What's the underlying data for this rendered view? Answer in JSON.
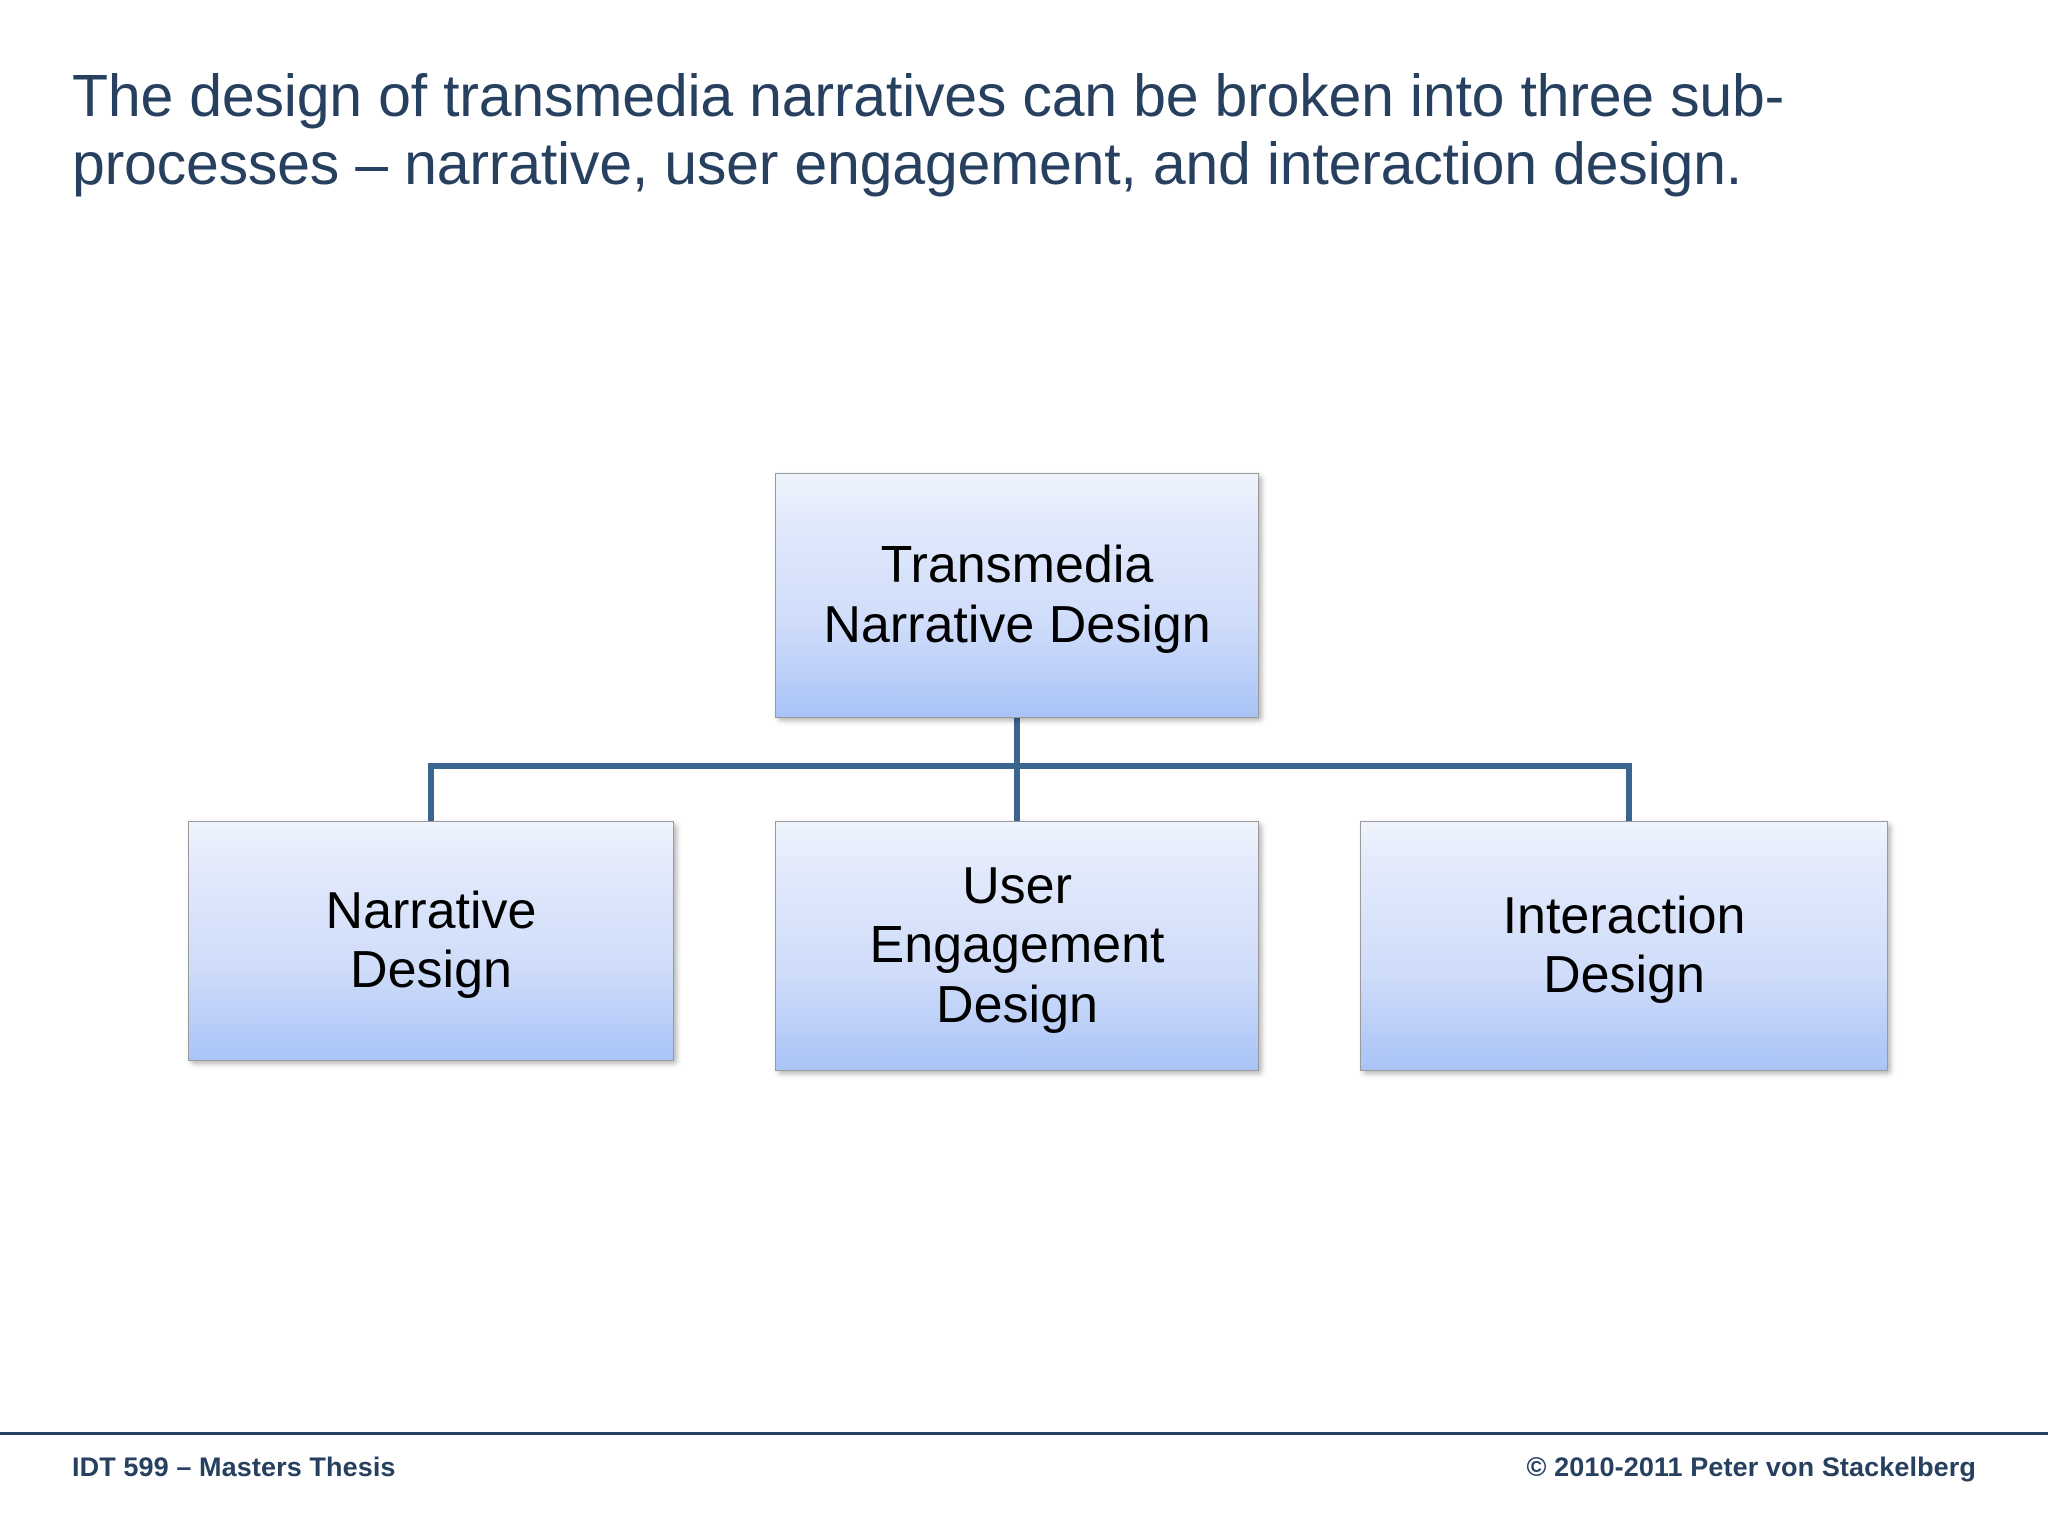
{
  "slide": {
    "background_color": "#ffffff",
    "title": "The design of transmedia narratives can be broken into three sub-processes – narrative, user engagement, and interaction design.",
    "title_color": "#27405f"
  },
  "diagram": {
    "type": "hierarchy",
    "connector_color": "#3a6590",
    "node_border_color": "#9a9a9a",
    "node_gradient_top": "#eff4fd",
    "node_gradient_bottom": "#a9c4f7",
    "node_text_color": "#000000",
    "root": {
      "label": "Transmedia\nNarrative Design"
    },
    "children": [
      {
        "label": "Narrative\nDesign"
      },
      {
        "label": "User\nEngagement\nDesign"
      },
      {
        "label": "Interaction\nDesign"
      }
    ]
  },
  "footer": {
    "rule_color": "#26405f",
    "left": "IDT 599 – Masters Thesis",
    "right": "© 2010-2011 Peter von Stackelberg"
  }
}
